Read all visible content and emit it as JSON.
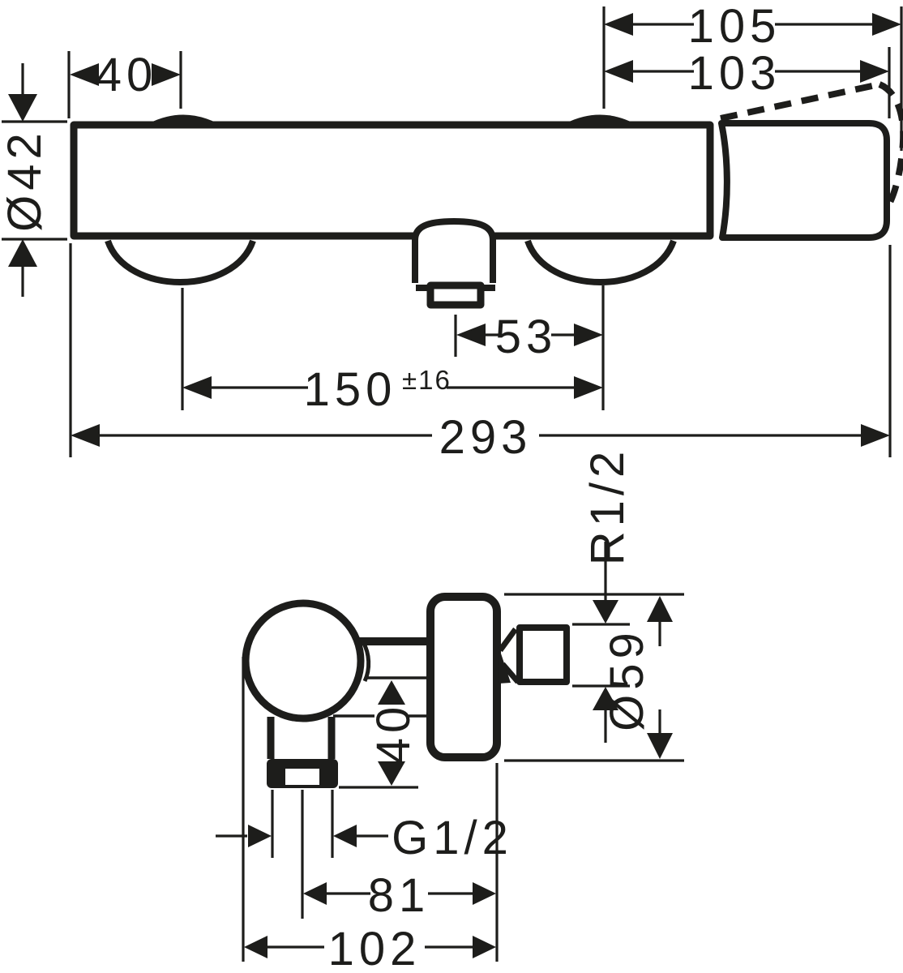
{
  "colors": {
    "ink": "#1d1d1b",
    "paper": "#ffffff"
  },
  "front_view": {
    "dims": {
      "handle_reach_open": "105",
      "handle_reach": "103",
      "left_inlet_offset": "40",
      "body_diameter": "Ø42",
      "outlet_to_inlet": "53",
      "inlet_spacing": "150",
      "inlet_spacing_tolerance": "±16",
      "overall_width": "293"
    }
  },
  "side_view": {
    "dims": {
      "wall_thread": "R1/2",
      "escutcheon_diameter": "Ø59",
      "outlet_drop": "40",
      "hose_thread": "G1/2",
      "outlet_projection": "81",
      "overall_projection": "102"
    }
  }
}
